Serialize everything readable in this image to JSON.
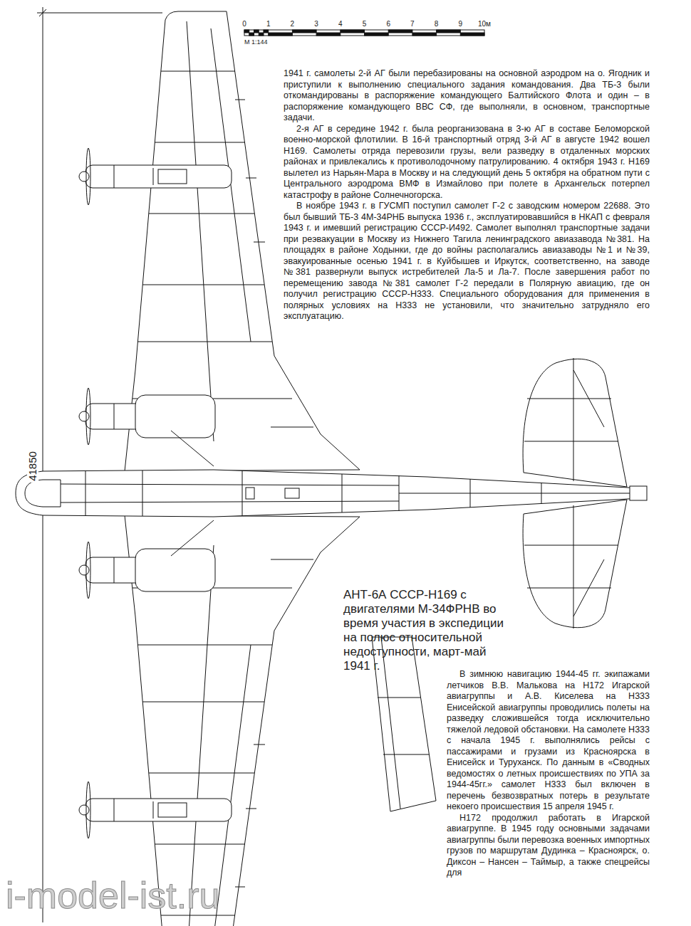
{
  "diagram": {
    "caption": "АНТ-6А СССР-Н169 с двигателями М-34ФРНВ во время участия в экспедиции на полюс относительной недоступности, март-май 1941 г.",
    "labels": [
      "0",
      "1",
      "2",
      "3",
      "4",
      "5",
      "6",
      "7",
      "8",
      "9",
      "10м",
      "М 1:144",
      "41850",
      "1941 г. самолеты 2-й АГ были перебазированы на основной аэродром на о. Ягодник и приступили к выполнению специального задания командования. Два ТБ-3 были откомандированы в распоряжение командующего Балтийского Флота и один – в распоряжение командующего ВВС СФ, где выполняли, в основном, транспортные задачи.",
      "2-я АГ в середине 1942 г. была реорганизована в 3-ю АГ в составе Беломорской военно-морской флотилии. В 16-й транспортный отряд 3-й АГ в августе 1942 вошел Н169. Самолеты отряда перевозили грузы, вели разведку в отдаленных морских районах и привлекались к противолодочному патрулированию. 4 октября 1943 г. Н169 вылетел из Нарьян-Мара в Москву и на следующий день 5 октября на обратном пути с Центрального аэродрома ВМФ в Измайлово при полете в Архангельск потерпел катастрофу в районе Солнечногорска.",
      "В ноябре 1943 г. в ГУСМП поступил самолет Г-2 с заводским номером 22688. Это был бывший ТБ-3 4М-34РНБ выпуска 1936 г., эксплуатировавшийся в НКАП с февраля 1943 г. и имевший регистрацию СССР-И492. Самолет выполнял транспортные задачи при реэвакуации в Москву из Нижнего Тагила ленинградского авиазавода №381. На площадях в районе Ходынки, где до войны располагались авиазаводы №1 и №39, эвакуированные осенью 1941 г. в Куйбышев и Иркутск, соответственно, на заводе №381 развернули выпуск истребителей Ла-5 и Ла-7. После завершения работ по перемещению завода №381 самолет Г-2 передали в Полярную авиацию, где он получил регистрацию СССР-Н333. Специального оборудования для применения в полярных условиях на Н333 не установили, что значительно затрудняло его эксплуатацию.",
      "В зимнюю навигацию 1944-45 гг. экипажами летчиков В.В. Малькова на Н172 Игарской авиагруппы и А.В. Киселева на Н333 Енисейской авиагруппы проводились полеты на разведку сложившейся тогда исключительно тяжелой ледовой обстановки. На самолете Н333 с начала 1945 г. выполнялись рейсы с пассажирами и грузами из Красноярска в Енисейск и Туруханск. По данным в «Сводных ведомостях о летных происшествиях по УПА за 1944-45гг.» самолет Н333 был включен в перечень безвозвратных потерь в результате некоего происшествия 15 апреля 1945 г.",
      "Н172 продолжил работать в Игарской авиагруппе. В 1945 году основными задачами авиагруппы были перевозка военных импортных грузов по маршрутам Дудинка – Красноярск, о. Диксон – Нансен – Таймыр, а также спецрейсы для",
      "i-model-ist.ru"
    ]
  }
}
